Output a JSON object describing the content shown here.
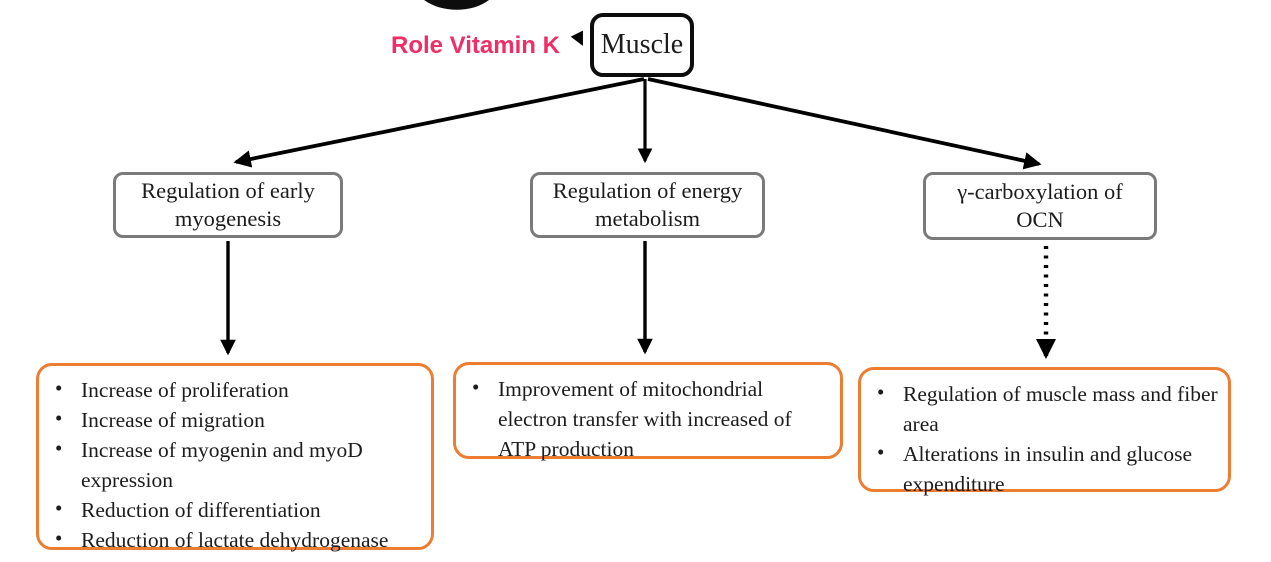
{
  "header": {
    "title": "Role Vitamin K"
  },
  "root_node": {
    "label": "Muscle"
  },
  "branch_nodes": [
    {
      "label": "Regulation of early myogenesis"
    },
    {
      "label": "Regulation of energy metabolism"
    },
    {
      "label": "γ-carboxylation of OCN"
    }
  ],
  "outcome_boxes": [
    {
      "items": [
        "Increase of proliferation",
        "Increase of migration",
        "Increase of myogenin and myoD expression",
        "Reduction of differentiation",
        "Reduction of lactate dehydrogenase"
      ]
    },
    {
      "items": [
        "Improvement of mitochondrial electron transfer with increased of ATP production"
      ]
    },
    {
      "items": [
        "Regulation of muscle mass and fiber area",
        "Alterations in insulin and glucose expenditure"
      ]
    }
  ],
  "arrows": {
    "muscle_to_early": "solid",
    "muscle_to_energy": "solid",
    "muscle_to_ocn": "solid",
    "early_to_outcome": "solid",
    "energy_to_outcome": "solid",
    "ocn_to_outcome": "dotted"
  },
  "colors": {
    "accent_pink": "#ef2e67",
    "outcome_border_orange": "#ed7d31",
    "branch_border_gray": "#7a7a7a",
    "arrow_black": "#000000"
  }
}
